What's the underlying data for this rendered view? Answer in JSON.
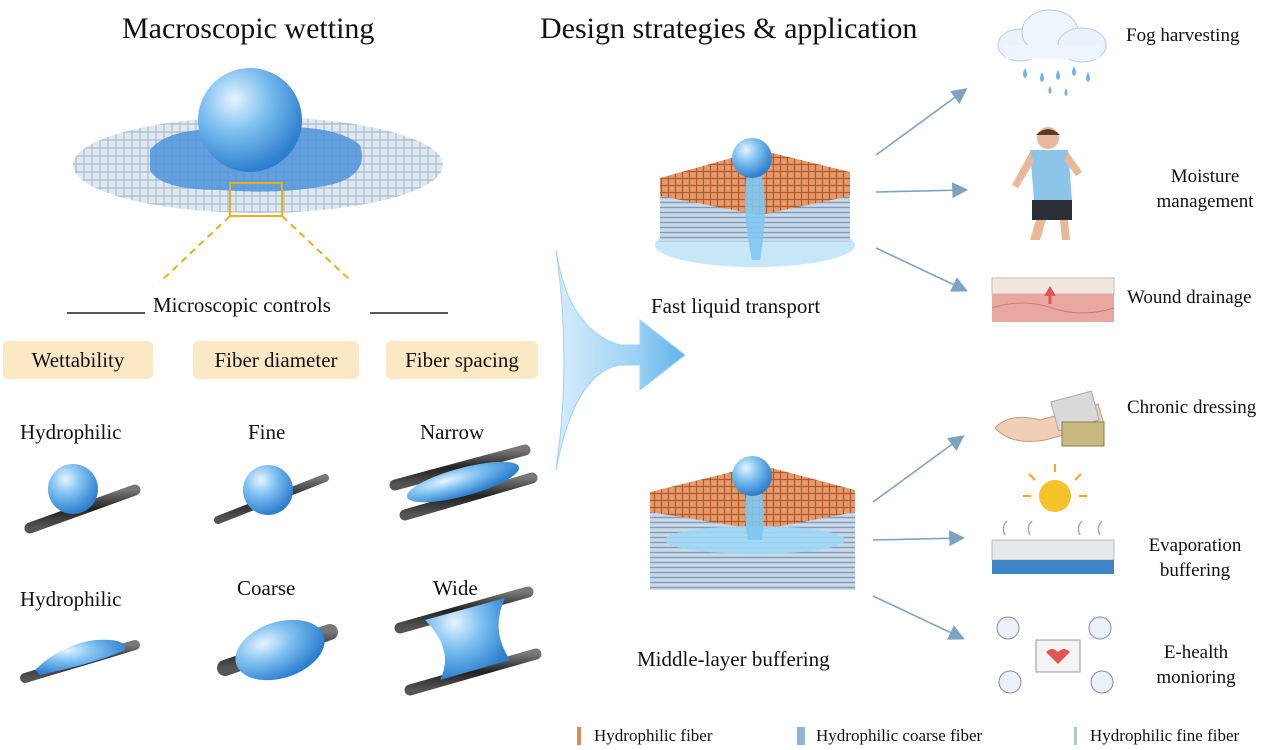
{
  "titles": {
    "left": "Macroscopic wetting",
    "middle": "Design strategies & application"
  },
  "microscopic": {
    "heading": "Microscopic controls",
    "chips": [
      "Wettability",
      "Fiber diameter",
      "Fiber spacing"
    ],
    "row1": [
      "Hydrophilic",
      "Fine",
      "Narrow"
    ],
    "row2": [
      "Hydrophilic",
      "Coarse",
      "Wide"
    ]
  },
  "strategies": {
    "top": "Fast liquid transport",
    "bottom": "Middle-layer buffering"
  },
  "applications": {
    "fog": "Fog harvesting",
    "moisture": [
      "Moisture",
      "management"
    ],
    "wound": "Wound drainage",
    "chronic": "Chronic dressing",
    "evaporation": [
      "Evaporation",
      "buffering"
    ],
    "ehealth": [
      "E-health",
      "monioring"
    ]
  },
  "legend": [
    {
      "label": "Hydrophilic fiber",
      "color": "#d98a5c"
    },
    {
      "label": "Hydrophilic coarse fiber",
      "color": "#8fb4d4"
    },
    {
      "label": "Hydrophilic fine fiber",
      "color": "#a9c8e0"
    }
  ],
  "colors": {
    "water": "#5b9fdb",
    "chip": "#fbe9c6",
    "arrow": "#7ea3c0",
    "orange_layer": "#d07a4a",
    "dashed_line": "#e8b020"
  },
  "icons": [
    "cloud-rain-icon",
    "runner-icon",
    "skin-wound-icon",
    "arm-dressing-icon",
    "sun-evaporation-icon",
    "health-devices-icon"
  ]
}
